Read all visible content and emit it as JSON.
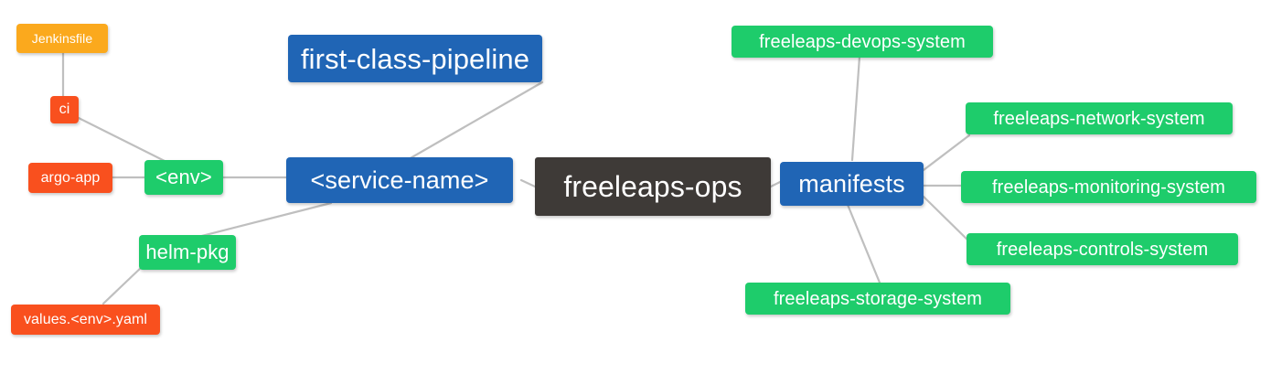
{
  "diagram": {
    "title": "freeleaps-ops mind map",
    "background_color": "#ffffff",
    "edge_color": "#bfbfbf",
    "palette": {
      "root": "#3E3A37",
      "blue": "#2065B5",
      "green": "#1ECC6B",
      "orange": "#FBA91D",
      "red": "#F9501E",
      "text": "#ffffff"
    }
  },
  "nodes": {
    "root": {
      "label": "freeleaps-ops",
      "color": "#3E3A37"
    },
    "service_name": {
      "label": "<service-name>",
      "color": "#2065B5"
    },
    "first_class_pipeline": {
      "label": "first-class-pipeline",
      "color": "#2065B5"
    },
    "env": {
      "label": "<env>",
      "color": "#1ECC6B"
    },
    "jenkinsfile": {
      "label": "Jenkinsfile",
      "color": "#FBA91D"
    },
    "ci": {
      "label": "ci",
      "color": "#F9501E"
    },
    "argo_app": {
      "label": "argo-app",
      "color": "#F9501E"
    },
    "helm_pkg": {
      "label": "helm-pkg",
      "color": "#1ECC6B"
    },
    "values_yaml": {
      "label": "values.<env>.yaml",
      "color": "#F9501E"
    },
    "manifests": {
      "label": "manifests",
      "color": "#2065B5"
    },
    "devops_system": {
      "label": "freeleaps-devops-system",
      "color": "#1ECC6B"
    },
    "network_system": {
      "label": "freeleaps-network-system",
      "color": "#1ECC6B"
    },
    "monitoring_system": {
      "label": "freeleaps-monitoring-system",
      "color": "#1ECC6B"
    },
    "controls_system": {
      "label": "freeleaps-controls-system",
      "color": "#1ECC6B"
    },
    "storage_system": {
      "label": "freeleaps-storage-system",
      "color": "#1ECC6B"
    }
  },
  "edges": [
    {
      "from": "root",
      "to": "service_name"
    },
    {
      "from": "root",
      "to": "manifests"
    },
    {
      "from": "service_name",
      "to": "first_class_pipeline"
    },
    {
      "from": "service_name",
      "to": "env"
    },
    {
      "from": "service_name",
      "to": "helm_pkg"
    },
    {
      "from": "env",
      "to": "ci"
    },
    {
      "from": "env",
      "to": "argo_app"
    },
    {
      "from": "ci",
      "to": "jenkinsfile"
    },
    {
      "from": "helm_pkg",
      "to": "values_yaml"
    },
    {
      "from": "manifests",
      "to": "devops_system"
    },
    {
      "from": "manifests",
      "to": "network_system"
    },
    {
      "from": "manifests",
      "to": "monitoring_system"
    },
    {
      "from": "manifests",
      "to": "controls_system"
    },
    {
      "from": "manifests",
      "to": "storage_system"
    }
  ]
}
